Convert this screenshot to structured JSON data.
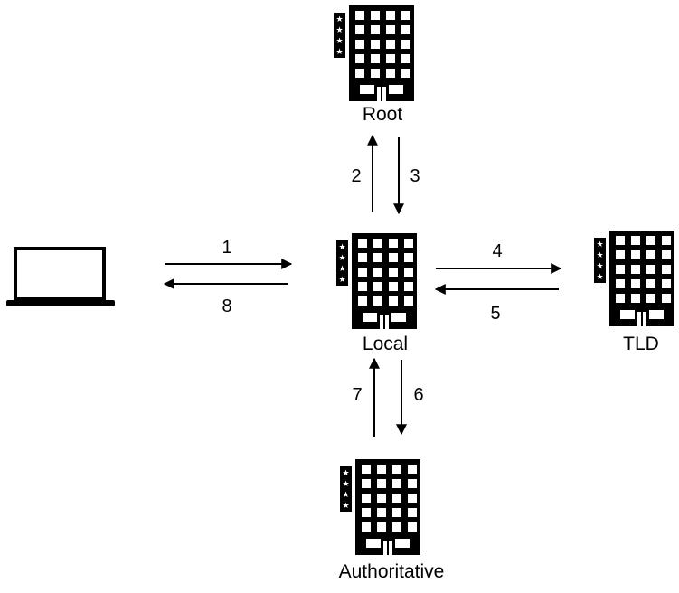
{
  "colors": {
    "ink": "#000000",
    "background": "#ffffff"
  },
  "icons": {
    "client": "laptop-icon",
    "server": "building-icon",
    "server_badge": "star-icon"
  },
  "nodes": {
    "root": "Root",
    "local": "Local",
    "tld": "TLD",
    "authoritative": "Authoritative"
  },
  "steps": {
    "s1": "1",
    "s2": "2",
    "s3": "3",
    "s4": "4",
    "s5": "5",
    "s6": "6",
    "s7": "7",
    "s8": "8"
  }
}
